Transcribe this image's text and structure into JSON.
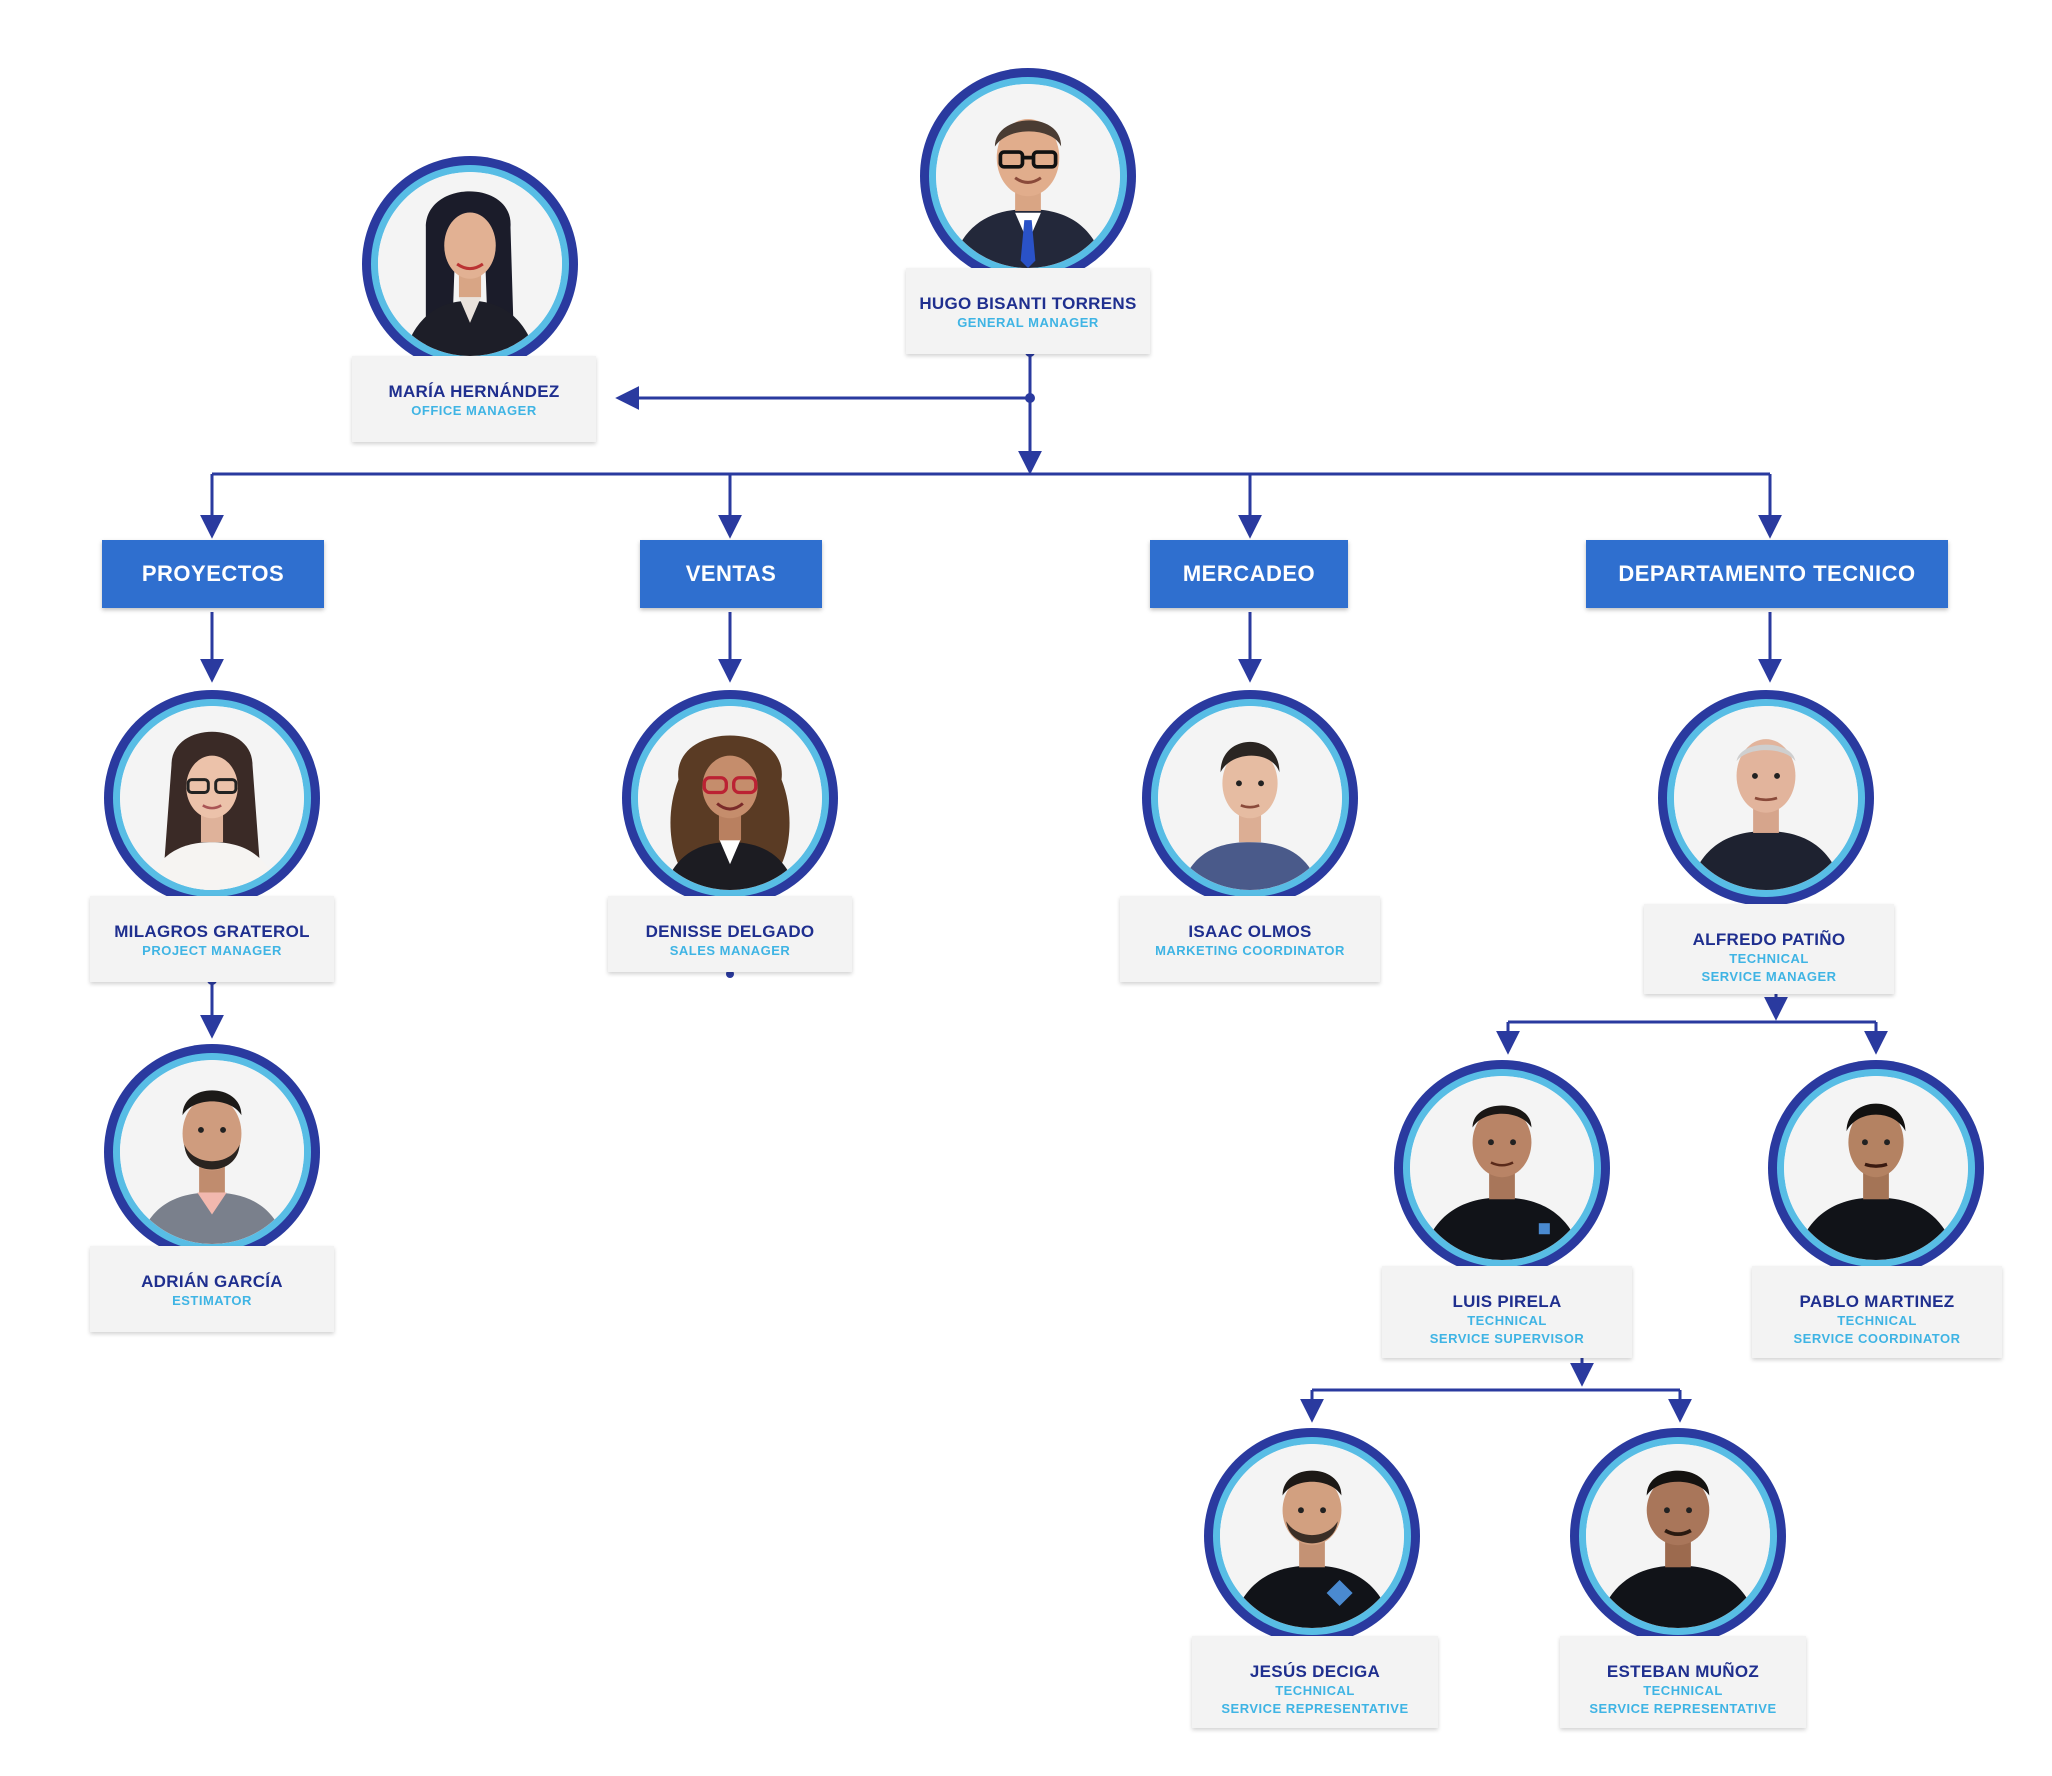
{
  "colors": {
    "navy": "#2a3a9f",
    "ring_light": "#58bde5",
    "connector": "#2a3a9f",
    "dept_fill": "#2f6fcf",
    "name_text": "#1f2f8f",
    "role_text": "#3fb4e4",
    "label_bg": "#f3f3f3"
  },
  "people": {
    "hugo": {
      "name": "HUGO BISANTI TORRENS",
      "role": [
        "GENERAL MANAGER"
      ]
    },
    "maria": {
      "name": "MARÍA HERNÁNDEZ",
      "role": [
        "OFFICE MANAGER"
      ]
    },
    "milagros": {
      "name": "MILAGROS GRATEROL",
      "role": [
        "PROJECT MANAGER"
      ]
    },
    "denisse": {
      "name": "DENISSE DELGADO",
      "role": [
        "SALES MANAGER"
      ]
    },
    "isaac": {
      "name": "ISAAC OLMOS",
      "role": [
        "MARKETING COORDINATOR"
      ]
    },
    "alfredo": {
      "name": "ALFREDO PATIÑO",
      "role": [
        "TECHNICAL",
        "SERVICE MANAGER"
      ]
    },
    "adrian": {
      "name": "ADRIÁN GARCÍA",
      "role": [
        "ESTIMATOR"
      ]
    },
    "luis": {
      "name": "LUIS PIRELA",
      "role": [
        "TECHNICAL",
        "SERVICE SUPERVISOR"
      ]
    },
    "pablo": {
      "name": "PABLO MARTINEZ",
      "role": [
        "TECHNICAL",
        "SERVICE COORDINATOR"
      ]
    },
    "jesus": {
      "name": "JESÚS DECIGA",
      "role": [
        "TECHNICAL",
        "SERVICE REPRESENTATIVE"
      ]
    },
    "esteban": {
      "name": "ESTEBAN MUÑOZ",
      "role": [
        "TECHNICAL",
        "SERVICE REPRESENTATIVE"
      ]
    }
  },
  "departments": {
    "proyectos": "PROYECTOS",
    "ventas": "VENTAS",
    "mercadeo": "MERCADEO",
    "tecnico": "DEPARTAMENTO TECNICO"
  }
}
